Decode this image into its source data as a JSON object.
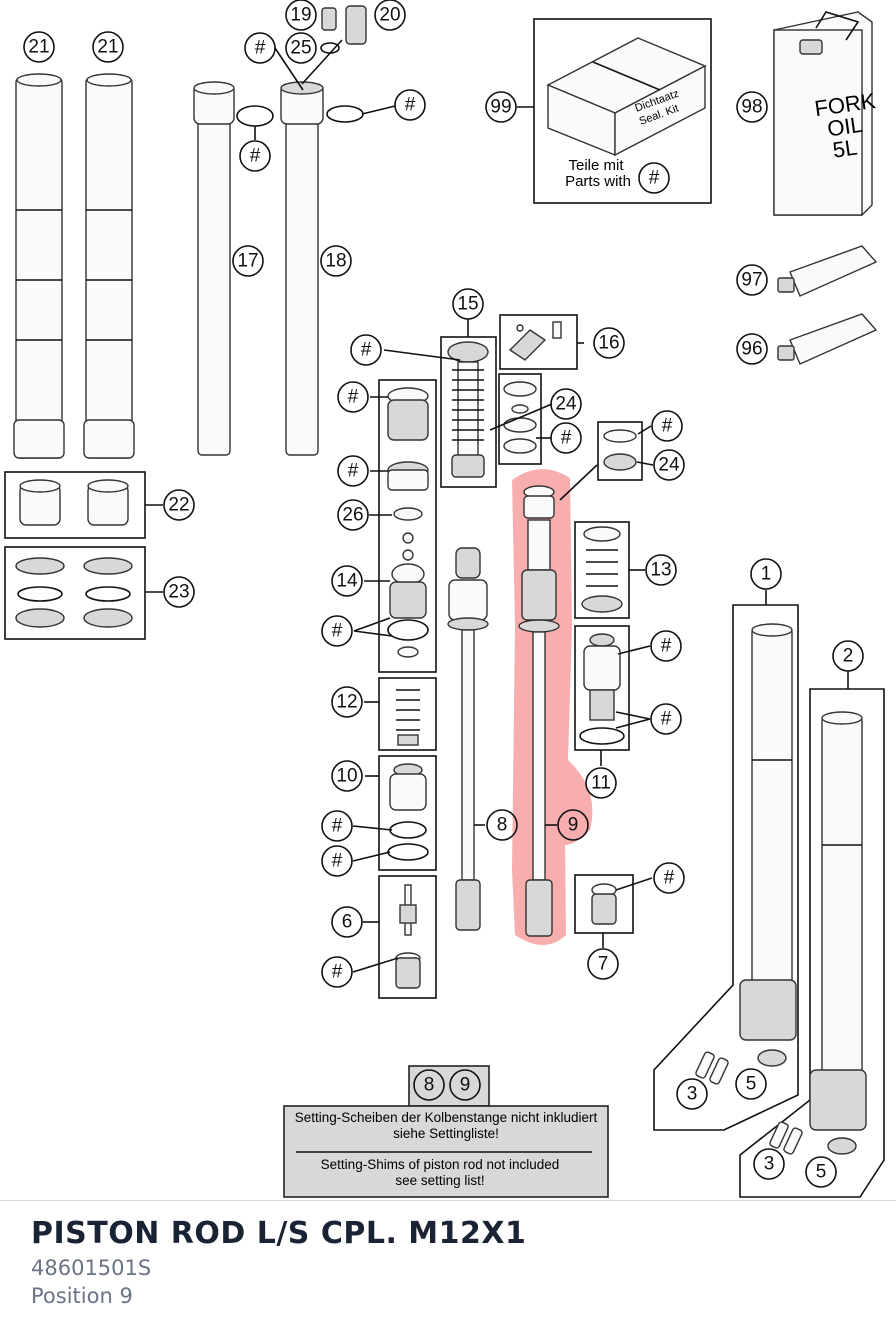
{
  "diagram": {
    "callouts": [
      {
        "id": "c21a",
        "label": "21"
      },
      {
        "id": "c21b",
        "label": "21"
      },
      {
        "id": "c19",
        "label": "19"
      },
      {
        "id": "c20",
        "label": "20"
      },
      {
        "id": "c25",
        "label": "25"
      },
      {
        "id": "c25h",
        "label": "#"
      },
      {
        "id": "ch1",
        "label": "#"
      },
      {
        "id": "ch2",
        "label": "#"
      },
      {
        "id": "c17",
        "label": "17"
      },
      {
        "id": "c18",
        "label": "18"
      },
      {
        "id": "c99",
        "label": "99"
      },
      {
        "id": "c98",
        "label": "98"
      },
      {
        "id": "c97",
        "label": "97"
      },
      {
        "id": "c96",
        "label": "96"
      },
      {
        "id": "c15",
        "label": "15"
      },
      {
        "id": "c16",
        "label": "16"
      },
      {
        "id": "ch3",
        "label": "#"
      },
      {
        "id": "ch4",
        "label": "#"
      },
      {
        "id": "c24a",
        "label": "24"
      },
      {
        "id": "ch5",
        "label": "#"
      },
      {
        "id": "ch6",
        "label": "#"
      },
      {
        "id": "c24b",
        "label": "24"
      },
      {
        "id": "ch7",
        "label": "#"
      },
      {
        "id": "c26",
        "label": "26"
      },
      {
        "id": "c22",
        "label": "22"
      },
      {
        "id": "c23",
        "label": "23"
      },
      {
        "id": "c14",
        "label": "14"
      },
      {
        "id": "ch8",
        "label": "#"
      },
      {
        "id": "c13",
        "label": "13"
      },
      {
        "id": "c1",
        "label": "1"
      },
      {
        "id": "c2",
        "label": "2"
      },
      {
        "id": "ch9",
        "label": "#"
      },
      {
        "id": "ch10",
        "label": "#"
      },
      {
        "id": "c12",
        "label": "12"
      },
      {
        "id": "c11",
        "label": "11"
      },
      {
        "id": "c10",
        "label": "10"
      },
      {
        "id": "ch11",
        "label": "#"
      },
      {
        "id": "ch12",
        "label": "#"
      },
      {
        "id": "c8",
        "label": "8"
      },
      {
        "id": "c9",
        "label": "9"
      },
      {
        "id": "ch13",
        "label": "#"
      },
      {
        "id": "c6",
        "label": "6"
      },
      {
        "id": "ch14",
        "label": "#"
      },
      {
        "id": "c7",
        "label": "7"
      },
      {
        "id": "c3a",
        "label": "3"
      },
      {
        "id": "c5a",
        "label": "5"
      },
      {
        "id": "c3b",
        "label": "3"
      },
      {
        "id": "c5b",
        "label": "5"
      },
      {
        "id": "cb8",
        "label": "8"
      },
      {
        "id": "cb9",
        "label": "9"
      },
      {
        "id": "ckit",
        "label": "#"
      }
    ],
    "seal_kit": {
      "box_line1": "Dichtaatz",
      "box_line2": "Seal. Kit",
      "caption_de": "Teile mit",
      "caption_en": "Parts with"
    },
    "fork_oil": {
      "line1": "FORK",
      "line2": "OIL",
      "line3": "5L"
    },
    "note": {
      "de_line1": "Setting-Scheiben der Kolbenstange nicht inkludiert",
      "de_line2": "siehe Settingliste!",
      "en_line1": "Setting-Shims of piston rod not included",
      "en_line2": "see setting list!"
    },
    "highlight_color": "#f26b6b"
  },
  "part": {
    "title": "PISTON ROD L/S CPL. M12X1",
    "number": "48601501S",
    "position": "Position 9"
  }
}
